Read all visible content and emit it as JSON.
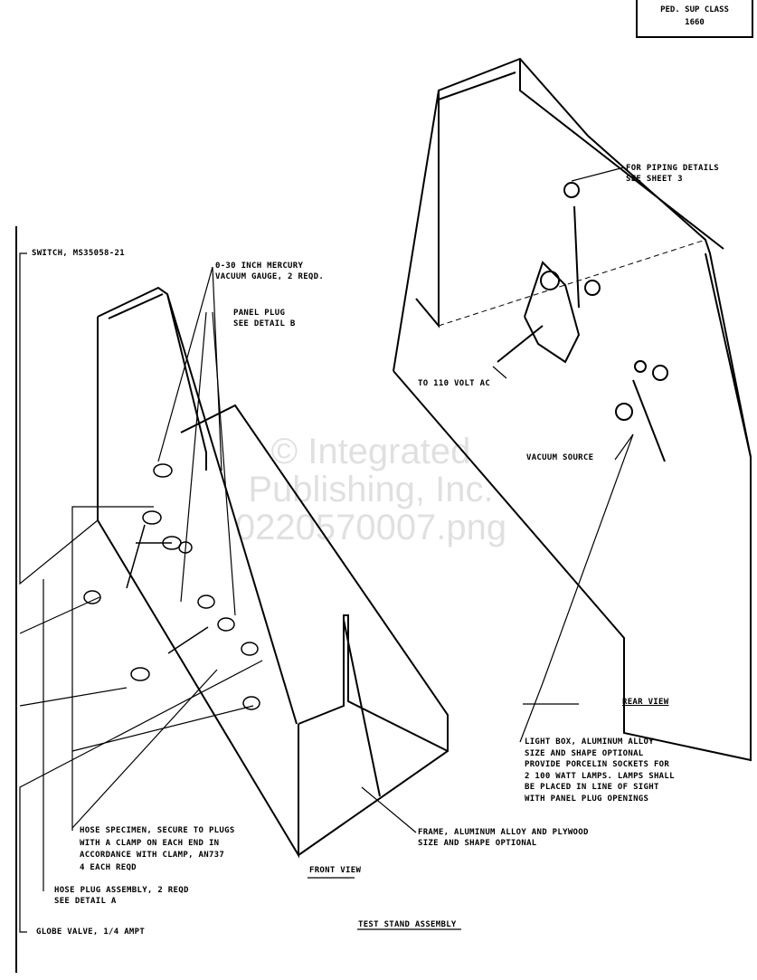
{
  "title_block": {
    "line1": "PED. SUP CLASS",
    "line2": "1660"
  },
  "labels": {
    "switch": "SWITCH, MS35058-21",
    "gauge": [
      "0-30 INCH MERCURY",
      "VACUUM GAUGE, 2 REQD."
    ],
    "panel_plug": [
      "PANEL PLUG",
      "SEE DETAIL B"
    ],
    "piping": [
      "FOR PIPING DETAILS",
      "SEE SHEET 3"
    ],
    "ac": "TO 110 VOLT AC",
    "vacuum": "VACUUM SOURCE",
    "light_box": [
      "LIGHT BOX, ALUMINUM ALLOY",
      "SIZE AND SHAPE OPTIONAL",
      "PROVIDE PORCELIN SOCKETS FOR",
      "2  100 WATT LAMPS. LAMPS SHALL",
      "BE PLACED IN LINE OF SIGHT",
      "WITH PANEL PLUG OPENINGS"
    ],
    "hose_specimen": [
      "HOSE SPECIMEN, SECURE TO PLUGS",
      "WITH A CLAMP ON EACH END IN",
      "ACCORDANCE WITH CLAMP, AN737",
      "4 EACH REQD"
    ],
    "hose_plug": [
      "HOSE PLUG ASSEMBLY, 2 REQD",
      "SEE DETAIL A"
    ],
    "globe_valve": "GLOBE VALVE, 1/4 AMPT",
    "frame": [
      "FRAME, ALUMINUM ALLOY AND PLYWOOD",
      "SIZE AND SHAPE OPTIONAL"
    ]
  },
  "views": {
    "rear": "REAR VIEW",
    "front": "FRONT VIEW",
    "title": "TEST STAND ASSEMBLY"
  },
  "watermark": [
    "© Integrated",
    "Publishing, Inc.",
    "0220570007.png"
  ]
}
